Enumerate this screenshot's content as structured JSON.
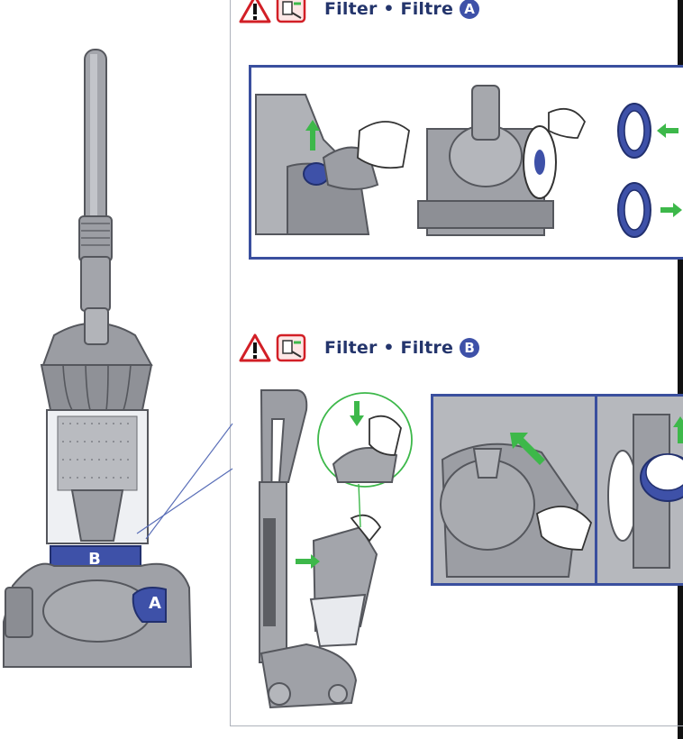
{
  "sections": [
    {
      "id": "A",
      "title": "Filter • Filtre",
      "badge": "A"
    },
    {
      "id": "B",
      "title": "Filter • Filtre",
      "badge": "B"
    }
  ],
  "vacuum_labels": {
    "part_b": "B",
    "part_a": "A"
  },
  "colors": {
    "brand_blue": "#3a4f9e",
    "heading_text": "#24356c",
    "warning_red": "#d21f26",
    "arrow_green": "#3db84a",
    "machine_gray": "#9a9ca3"
  },
  "icons": [
    "warning-triangle-icon",
    "unplug-icon",
    "arrow-up-icon",
    "arrow-left-icon",
    "arrow-right-icon",
    "arrow-down-icon"
  ]
}
